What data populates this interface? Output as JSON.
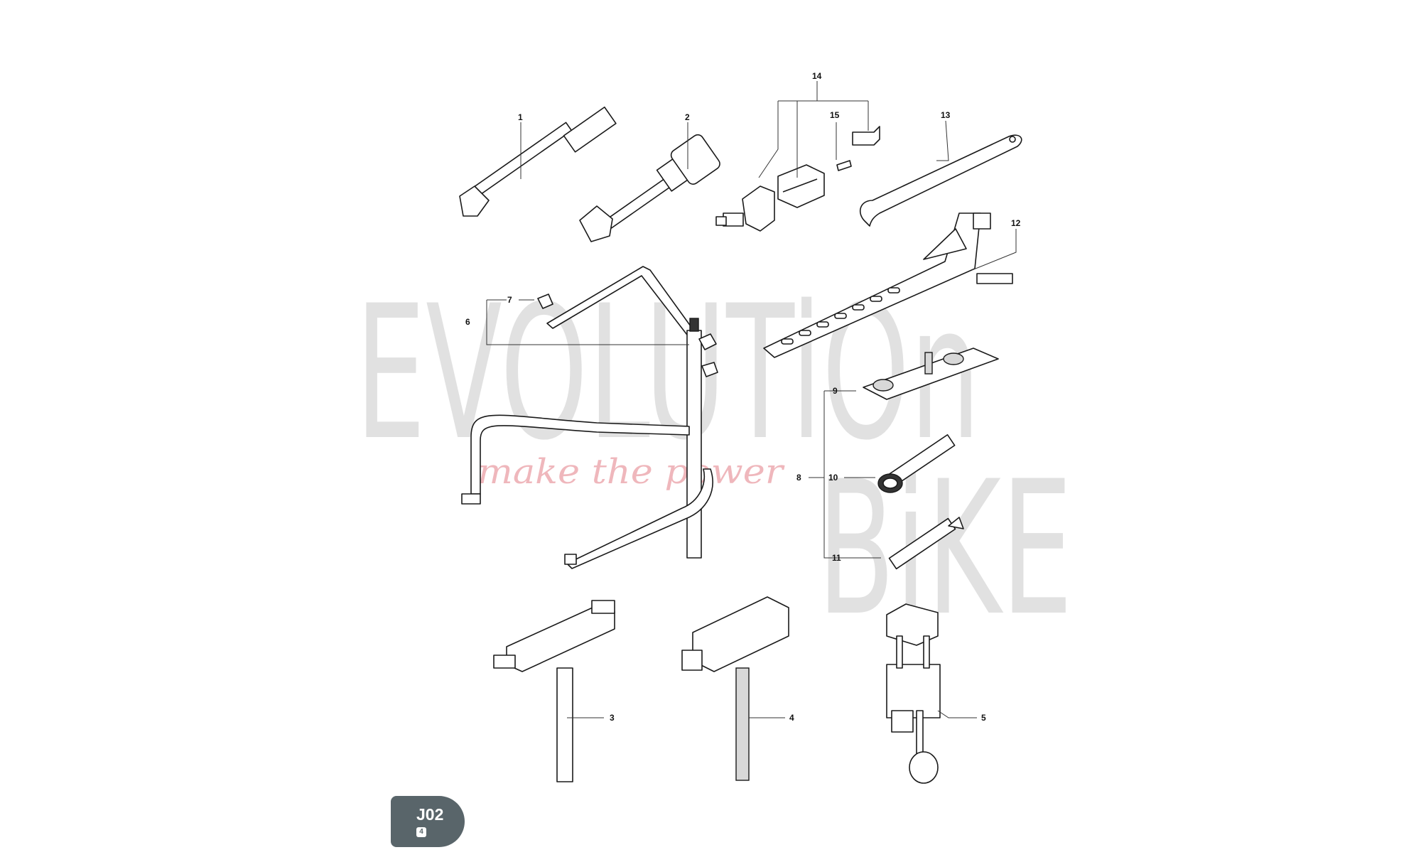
{
  "watermark": {
    "line1": "EVOLUTiOn",
    "line2": "BiKE",
    "tagline": "make the power"
  },
  "callouts": [
    "1",
    "2",
    "3",
    "4",
    "5",
    "6",
    "7",
    "8",
    "9",
    "10",
    "11",
    "12",
    "13",
    "14",
    "15"
  ],
  "page_badge": {
    "code": "J02",
    "sub": "4"
  }
}
